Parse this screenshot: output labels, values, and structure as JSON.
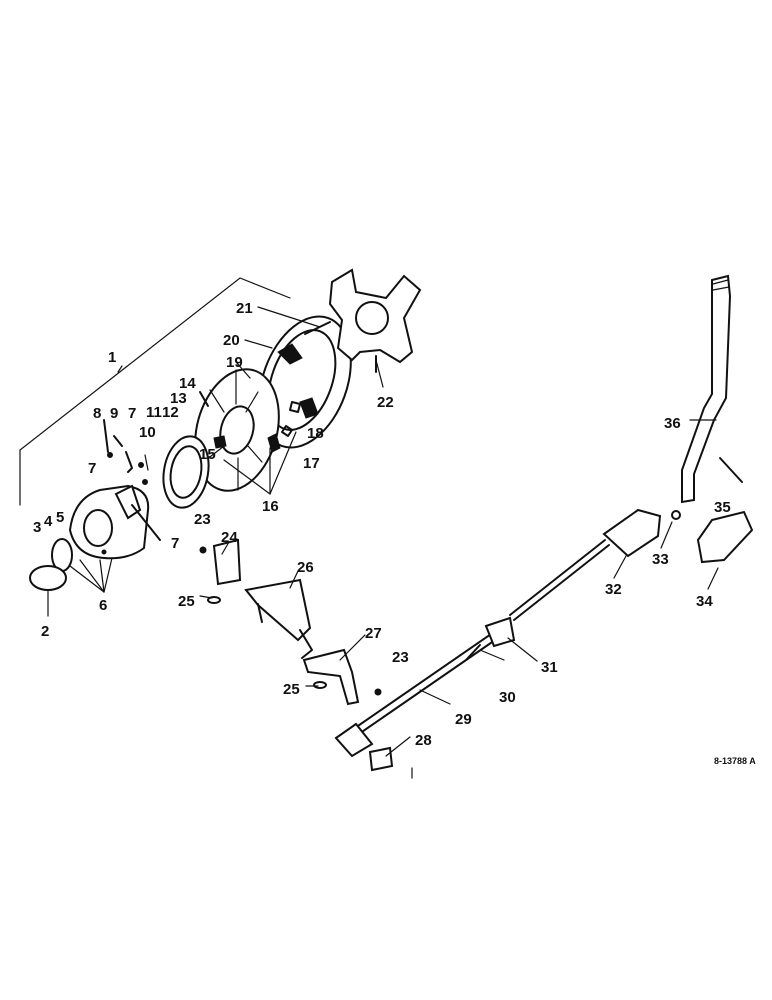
{
  "diagram": {
    "drawing_code": "8-13788 A",
    "callouts": [
      "1",
      "2",
      "3",
      "4",
      "5",
      "6",
      "7",
      "7",
      "7",
      "8",
      "9",
      "10",
      "11",
      "12",
      "13",
      "14",
      "15",
      "16",
      "17",
      "18",
      "19",
      "20",
      "21",
      "22",
      "23",
      "23",
      "24",
      "25",
      "25",
      "26",
      "27",
      "28",
      "29",
      "30",
      "31",
      "32",
      "33",
      "34",
      "35",
      "36"
    ]
  }
}
